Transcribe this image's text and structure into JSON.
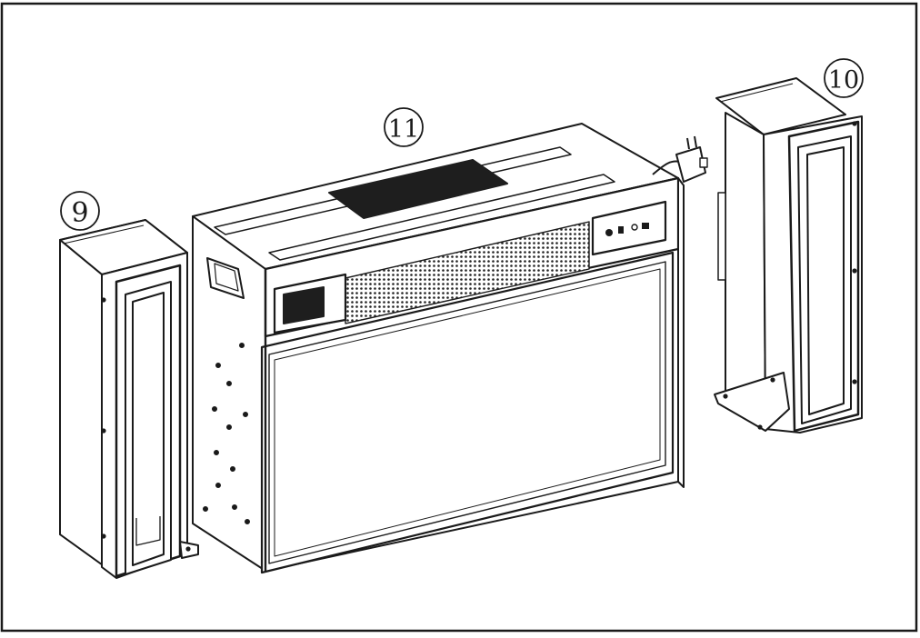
{
  "callouts": {
    "left_panel": "9",
    "right_panel": "10",
    "main_unit": "11"
  },
  "control_panel": {
    "icons": [
      "power-icon",
      "flame-icon",
      "heat-icon"
    ]
  },
  "colors": {
    "line": "#1a1a1a",
    "vent": "#222222",
    "background": "#ffffff"
  }
}
